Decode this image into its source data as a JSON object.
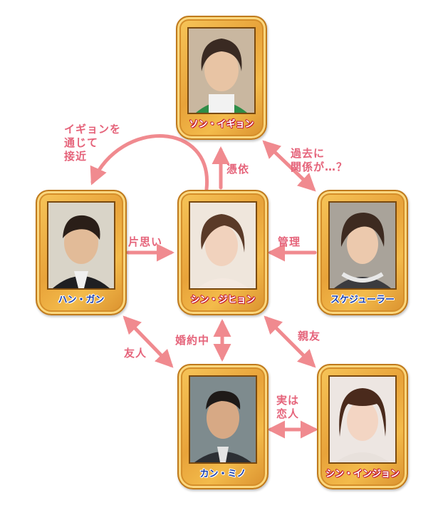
{
  "colors": {
    "arrow": "#f08a8f",
    "label_text": "#e5637a",
    "frame_gold": "#eeb042",
    "name_blue": "#1a3fae",
    "name_red": "#c3162f"
  },
  "people": {
    "song_igyeon": {
      "name": "ソン・イギョン",
      "color": "red"
    },
    "han_gang": {
      "name": "ハン・ガン",
      "color": "blue"
    },
    "shin_jihyeon": {
      "name": "シン・ジヒョン",
      "color": "red"
    },
    "scheduler": {
      "name": "スケジューラー",
      "color": "blue"
    },
    "kang_mino": {
      "name": "カン・ミノ",
      "color": "blue"
    },
    "shin_injeong": {
      "name": "シン・インジョン",
      "color": "red"
    }
  },
  "relations": {
    "through_igyeon": "イギョンを\n通じて\n接近",
    "possessed": "憑依",
    "past_relation": "過去に\n関係が…？",
    "one_sided_love": "片思い",
    "manages": "管理",
    "engaged": "婚約中",
    "friends": "友人",
    "best_friend": "親友",
    "actually_lovers": "実は\n恋人"
  }
}
